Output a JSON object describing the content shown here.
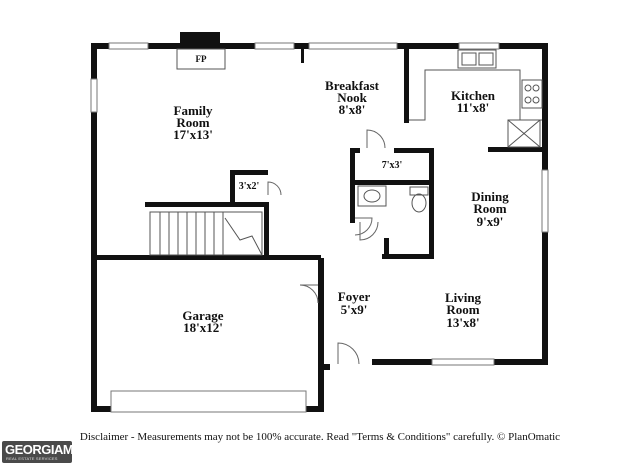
{
  "rooms": {
    "family_room": {
      "name_line1": "Family",
      "name_line2": "Room",
      "dims": "17'x13'"
    },
    "breakfast_nook": {
      "name_line1": "Breakfast",
      "name_line2": "Nook",
      "dims": "8'x8'"
    },
    "kitchen": {
      "name": "Kitchen",
      "dims": "11'x8'"
    },
    "dining_room": {
      "name_line1": "Dining",
      "name_line2": "Room",
      "dims": "9'x9'"
    },
    "garage": {
      "name": "Garage",
      "dims": "18'x12'"
    },
    "foyer": {
      "name": "Foyer",
      "dims": "5'x9'"
    },
    "living_room": {
      "name_line1": "Living",
      "name_line2": "Room",
      "dims": "13'x8'"
    }
  },
  "closets": {
    "closet_a": "3'x2'",
    "closet_b": "7'x3'"
  },
  "fireplace_label": "FP",
  "disclaimer": "Disclaimer - Measurements may not be 100% accurate. Read \"Terms & Conditions\" carefully. © PlanOmatic",
  "logo": {
    "main": "GEORGIAMLS",
    "sub": "REAL ESTATE SERVICES"
  },
  "colors": {
    "walls": "#111111",
    "background": "#ffffff",
    "logo_bg": "#4a4a4a"
  }
}
